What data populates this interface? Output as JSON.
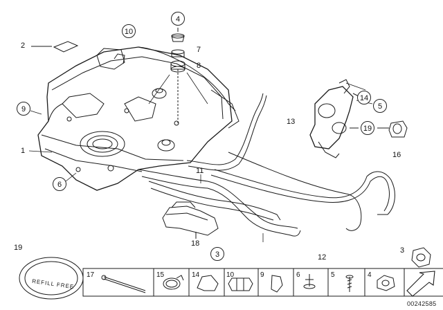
{
  "labels": {
    "l1": "1",
    "l2": "2",
    "l3_small": "3",
    "l5": "5",
    "l6": "6",
    "l7": "7",
    "l8": "8",
    "l9": "9",
    "l10": "10",
    "l11": "11",
    "l12": "12",
    "l13": "13",
    "l14": "14",
    "l16": "16",
    "l18": "18",
    "l19_mid": "19",
    "l19_bottom": "19",
    "l4_top": "4",
    "l3_right": "3"
  },
  "toolbar_labels": [
    "17",
    "15",
    "14",
    "10",
    "9",
    "6",
    "5",
    "4"
  ],
  "ring_text": "REFILL FREE",
  "drawing_code": "00242585",
  "colors": {
    "line": "#1a1a1a",
    "fill": "#ffffff"
  }
}
